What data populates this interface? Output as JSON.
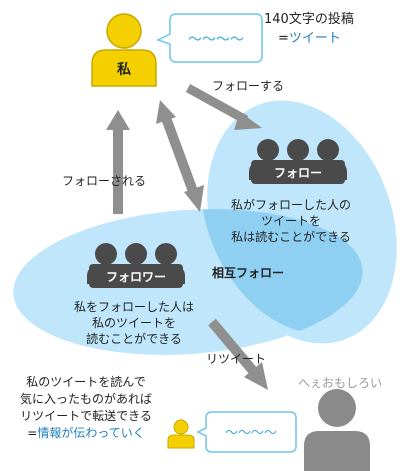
{
  "me": {
    "label": "私"
  },
  "tweet": {
    "title": "140文字の投稿",
    "equals_prefix": "=",
    "equals_text": "ツイート",
    "bubble_wave": "～～～～"
  },
  "arrows": {
    "follow": "フォローする",
    "followed": "フォローされる",
    "retweet": "リツイート"
  },
  "follow_group": {
    "label": "フォロー",
    "desc": [
      "私がフォローした人の",
      "ツイートを",
      "私は読むことができる"
    ]
  },
  "follower_group": {
    "label": "フォロワー",
    "desc": [
      "私をフォローした人は",
      "私のツイートを",
      "読むことができる"
    ]
  },
  "mutual": {
    "label": "相互フォロー"
  },
  "retweet_note": {
    "lines": [
      "私のツイートを読んで",
      "気に入ったものがあれば",
      "リツイートで転送できる"
    ],
    "last_prefix": "=",
    "last_text": "情報が伝わっていく"
  },
  "reader": {
    "comment": "へぇおもしろい"
  },
  "small_bubble": {
    "wave": "～～～～"
  },
  "colors": {
    "yellow": "#F5D000",
    "yellow_stroke": "#C8A800",
    "blue_fill": "#BFE6FA",
    "blue_overlap": "#8FD0F2",
    "blue_text": "#1E7FC0",
    "dark_person": "#4A4A4A",
    "gray_arrow": "#8F8F8F",
    "bubble_stroke": "#6BC6EE",
    "wave": "#3FA9E0"
  }
}
